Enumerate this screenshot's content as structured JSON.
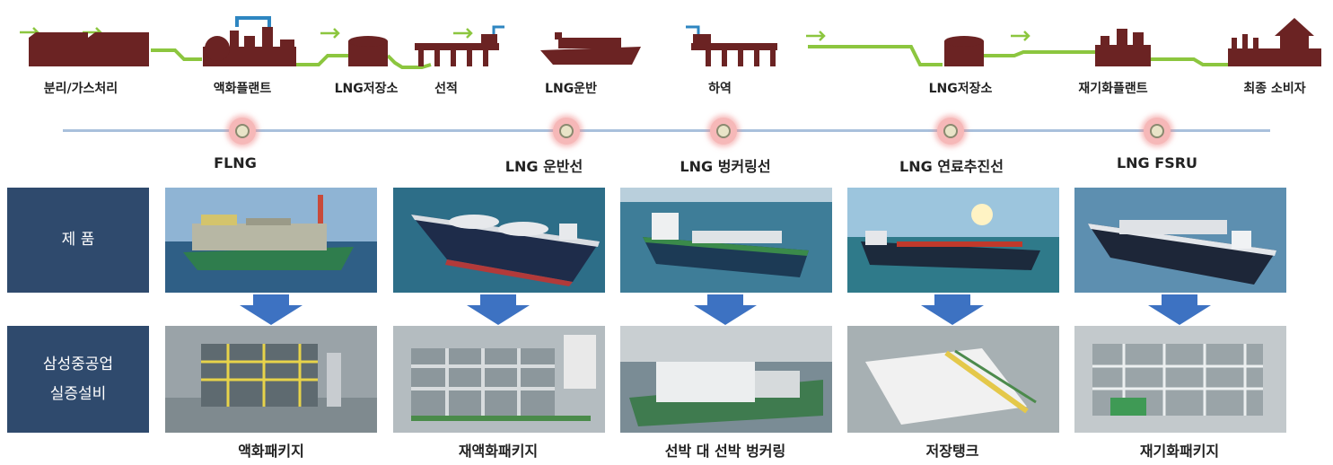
{
  "process_stages": [
    {
      "label": "분리/가스처리",
      "icon": "gas-processing-icon"
    },
    {
      "label": "액화플랜트",
      "icon": "liquefaction-plant-icon"
    },
    {
      "label": "LNG저장소",
      "icon": "storage-tank-icon"
    },
    {
      "label": "선적",
      "icon": "loading-jetty-icon"
    },
    {
      "label": "LNG운반",
      "icon": "lng-carrier-icon"
    },
    {
      "label": "하역",
      "icon": "unloading-jetty-icon"
    },
    {
      "label": "LNG저장소",
      "icon": "storage-tank-icon"
    },
    {
      "label": "재기화플랜트",
      "icon": "regasification-plant-icon"
    },
    {
      "label": "최종 소비자",
      "icon": "end-consumer-icon"
    }
  ],
  "products": [
    "FLNG",
    "LNG 운반선",
    "LNG 벙커링선",
    "LNG 연료추진선",
    "LNG FSRU"
  ],
  "row_headers": {
    "product": "제 품",
    "facility_line1": "삼성중공업",
    "facility_line2": "실증설비"
  },
  "facilities": [
    "액화패키지",
    "재액화패키지",
    "선박 대 선박 벙커링",
    "저장탱크",
    "재기화패키지"
  ],
  "colors": {
    "icon": "#6b2323",
    "pipe": "#8cc63f",
    "timeline": "#a9c0dc",
    "header_bg": "#2f4a6d",
    "arrow": "#3d72c2"
  }
}
